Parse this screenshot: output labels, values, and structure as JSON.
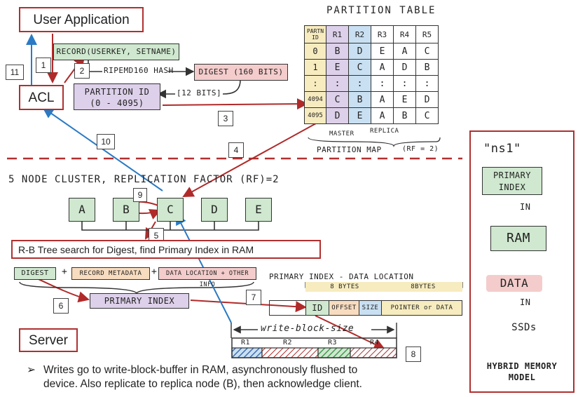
{
  "user_app": "User Application",
  "acl": "ACL",
  "server": "Server",
  "steps": [
    "1",
    "2",
    "3",
    "4",
    "5",
    "6",
    "7",
    "8",
    "9",
    "10",
    "11"
  ],
  "record": "RECORD(USERKEY, SETNAME)",
  "hash_label": "RIPEMD160 HASH",
  "digest": "DIGEST (160 BITS)",
  "partition_id": {
    "line1": "PARTITION ID",
    "line2": "(0 - 4095)"
  },
  "bits_12": "[12 BITS]",
  "partition_table": {
    "title": "PARTITION TABLE",
    "headers": [
      "PARTN ID",
      "R1",
      "R2",
      "R3",
      "R4",
      "R5"
    ],
    "rows": [
      [
        "0",
        "B",
        "D",
        "E",
        "A",
        "C"
      ],
      [
        "1",
        "E",
        "C",
        "A",
        "D",
        "B"
      ],
      [
        ":",
        ":",
        ":",
        ":",
        ":",
        ":"
      ],
      [
        "4094",
        "C",
        "B",
        "A",
        "E",
        "D"
      ],
      [
        "4095",
        "D",
        "E",
        "A",
        "B",
        "C"
      ]
    ],
    "master_label": "MASTER",
    "replica_label": "REPLICA",
    "map_label": "PARTITION MAP",
    "rf_label": "(RF = 2)"
  },
  "cluster_title": "5 NODE CLUSTER, REPLICATION FACTOR (RF)=2",
  "nodes": [
    "A",
    "B",
    "C",
    "D",
    "E"
  ],
  "rb_search": "R-B Tree search for Digest, find Primary Index in RAM",
  "index_parts": {
    "digest": "DIGEST",
    "metadata": "RECORD METADATA",
    "location": "DATA LOCATION + OTHER INFO",
    "plus": "+"
  },
  "primary_index": "PRIMARY INDEX",
  "pi_data": {
    "title": "PRIMARY INDEX - DATA LOCATION",
    "bytes1": "8 BYTES",
    "bytes2": "8BYTES",
    "id": "ID",
    "offset": "OFFSET",
    "size": "SIZE",
    "pointer": "POINTER or DATA"
  },
  "write_block": {
    "label": "write-block-size",
    "cells": [
      "R1",
      "R2",
      "R3",
      "R4"
    ]
  },
  "bullet": {
    "marker": "➢",
    "line1": "Writes go to write-block-buffer in RAM, asynchronously flushed to",
    "line2": "device. Also replicate to replica node (B), then acknowledge client."
  },
  "hybrid": {
    "ns": "\"ns1\"",
    "primary_index_l1": "PRIMARY",
    "primary_index_l2": "INDEX",
    "in1": "IN",
    "ram": "RAM",
    "data": "DATA",
    "in2": "IN",
    "ssds": "SSDs",
    "caption_l1": "HYBRID MEMORY",
    "caption_l2": "MODEL"
  },
  "colors": {
    "red_arrow": "#b02a2a",
    "blue_arrow": "#2a7ac4",
    "dashed": "#b03030",
    "green": "#cfe8cf",
    "purple": "#ddd0ea"
  }
}
